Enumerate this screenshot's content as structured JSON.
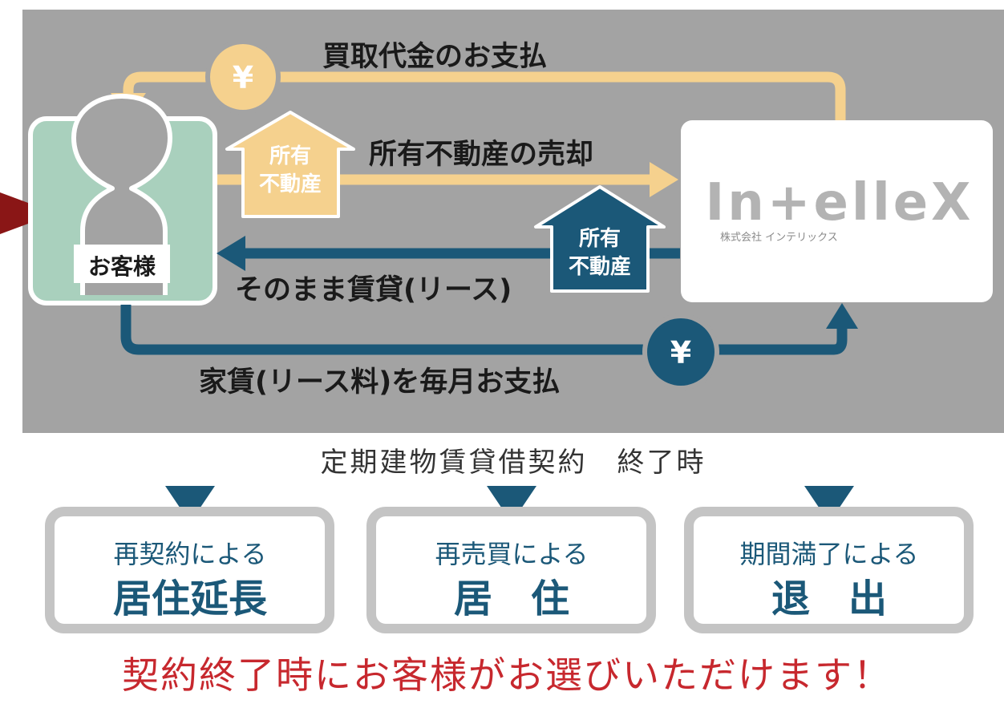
{
  "flow": {
    "payment_label": "買取代金のお支払",
    "sale_label": "所有不動産の売却",
    "lease_label": "そのまま賃貸(リース)",
    "rent_label": "家賃(リース料)を毎月お支払",
    "yen_symbol": "¥"
  },
  "customer": {
    "label": "お客様"
  },
  "house_labels": {
    "line1": "所有",
    "line2": "不動産"
  },
  "company": {
    "logo_text": "In+elleX",
    "name_small": "株式会社 インテリックス"
  },
  "contract_end": {
    "title": "定期建物賃貸借契約　終了時",
    "options": [
      {
        "sub": "再契約による",
        "main": "居住延長"
      },
      {
        "sub": "再売買による",
        "main": "居　住"
      },
      {
        "sub": "期間満了による",
        "main": "退　出"
      }
    ],
    "footer": "契約終了時にお客様がお選びいただけます！"
  },
  "colors": {
    "gray_bg": "#a3a3a3",
    "light_orange": "#f5d18e",
    "navy": "#1b5878",
    "customer_green": "#a9d0bd",
    "red_text": "#c7282e",
    "pointer": "#8a1616"
  }
}
